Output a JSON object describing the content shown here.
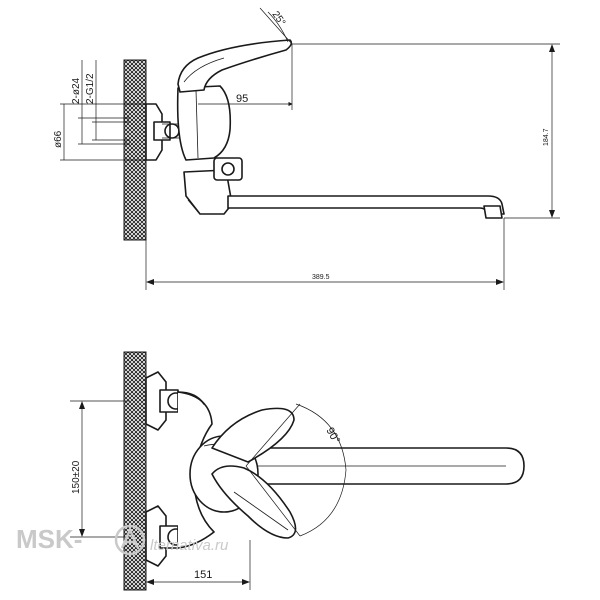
{
  "top_view": {
    "dim_angle_top": "25°",
    "dim_handle_offset": "95",
    "dim_height": "184.7",
    "dim_width": "389.5",
    "dim_diam_body": "ø66",
    "dim_diam_inlet": "2-ø24",
    "dim_thread": "2-G1/2"
  },
  "bottom_view": {
    "dim_angle": "90°",
    "dim_spacing": "150±20",
    "dim_depth": "151"
  },
  "watermark": {
    "brand": "MSK-",
    "suffix": "lternativa.ru"
  },
  "colors": {
    "line": "#1a1a1a",
    "wall_hatch": "#1a1a1a",
    "watermark": "#c9c9c9"
  }
}
